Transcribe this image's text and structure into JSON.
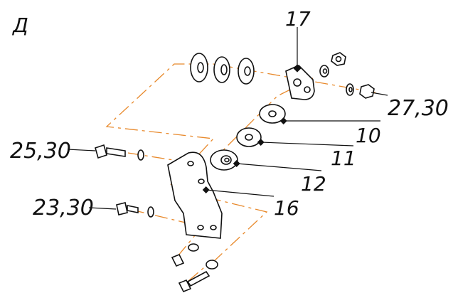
{
  "view_letter": "Д",
  "colors": {
    "axis_line": "#E8892B",
    "ink": "#111111"
  },
  "callouts": [
    {
      "id": "c17",
      "text": "17"
    },
    {
      "id": "c10",
      "text": "10"
    },
    {
      "id": "c11",
      "text": "11"
    },
    {
      "id": "c12",
      "text": "12"
    },
    {
      "id": "c16",
      "text": "16"
    },
    {
      "id": "c2730",
      "text": "27,30"
    },
    {
      "id": "c2530",
      "text": "25,30"
    },
    {
      "id": "c2330",
      "text": "23,30"
    }
  ]
}
